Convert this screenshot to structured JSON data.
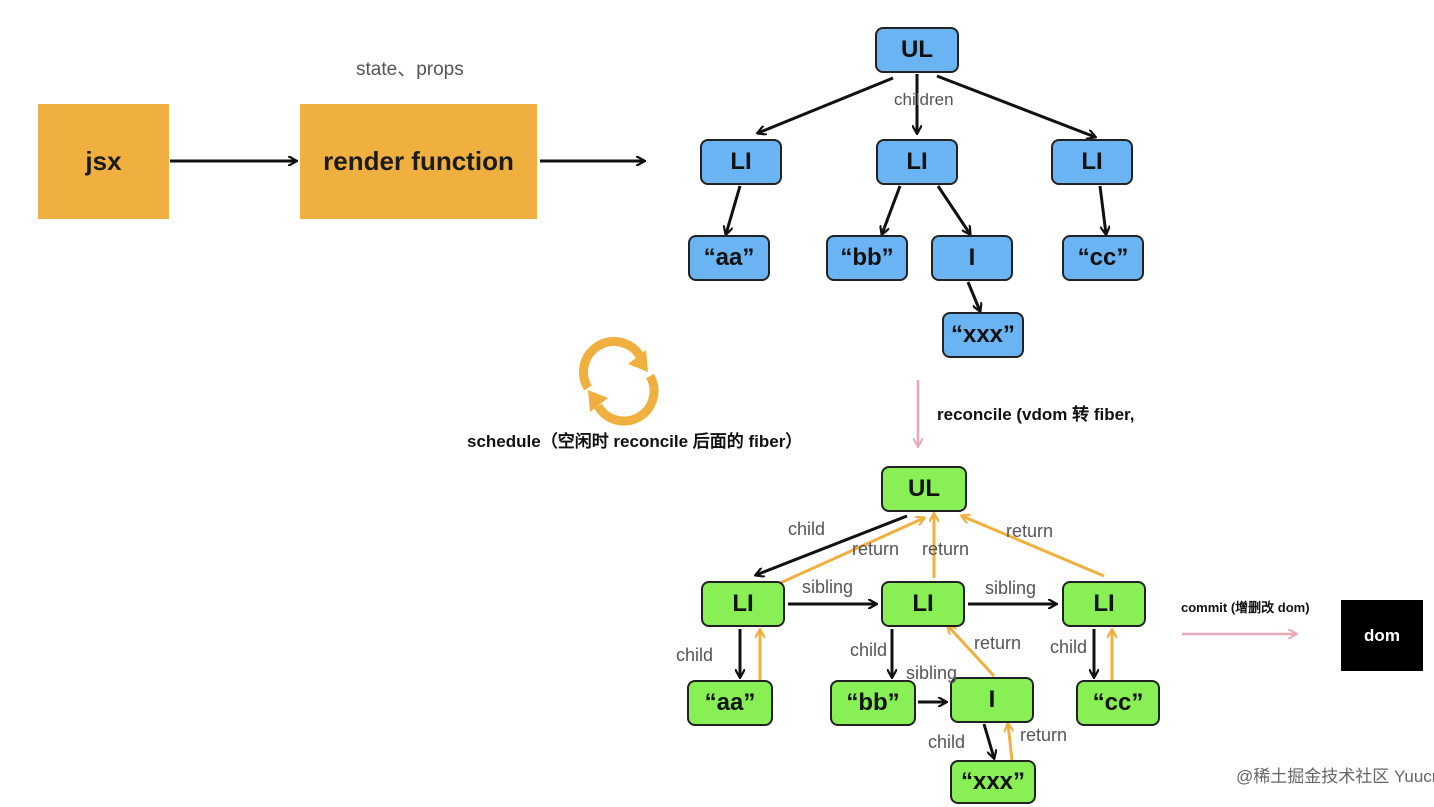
{
  "top": {
    "state_props": "state、props",
    "jsx": "jsx",
    "render_function": "render function"
  },
  "vdom": {
    "children_label": "children",
    "nodes": {
      "ul": "UL",
      "li1": "LI",
      "li2": "LI",
      "li3": "LI",
      "aa": "“aa”",
      "bb": "“bb”",
      "i": "I",
      "cc": "“cc”",
      "xxx": "“xxx”"
    }
  },
  "schedule_label": "schedule（空闲时 reconcile 后面的 fiber）",
  "reconcile_label": "reconcile (vdom 转 fiber,",
  "fiber": {
    "nodes": {
      "ul": "UL",
      "li1": "LI",
      "li2": "LI",
      "li3": "LI",
      "aa": "“aa”",
      "bb": "“bb”",
      "i": "I",
      "cc": "“cc”",
      "xxx": "“xxx”"
    },
    "edge_labels": {
      "child": "child",
      "return": "return",
      "sibling": "sibling"
    }
  },
  "commit_label": "commit (增删改 dom)",
  "dom_label": "dom",
  "watermark": "@稀土掘金技术社区 Yuucn.com",
  "colors": {
    "orange": "#f0b03f",
    "blue": "#6ab4f3",
    "green": "#88ef55",
    "return_arrow": "#f0b03f",
    "pink_arrow": "#e8a8b8"
  },
  "icons": {
    "refresh": "refresh-icon"
  }
}
